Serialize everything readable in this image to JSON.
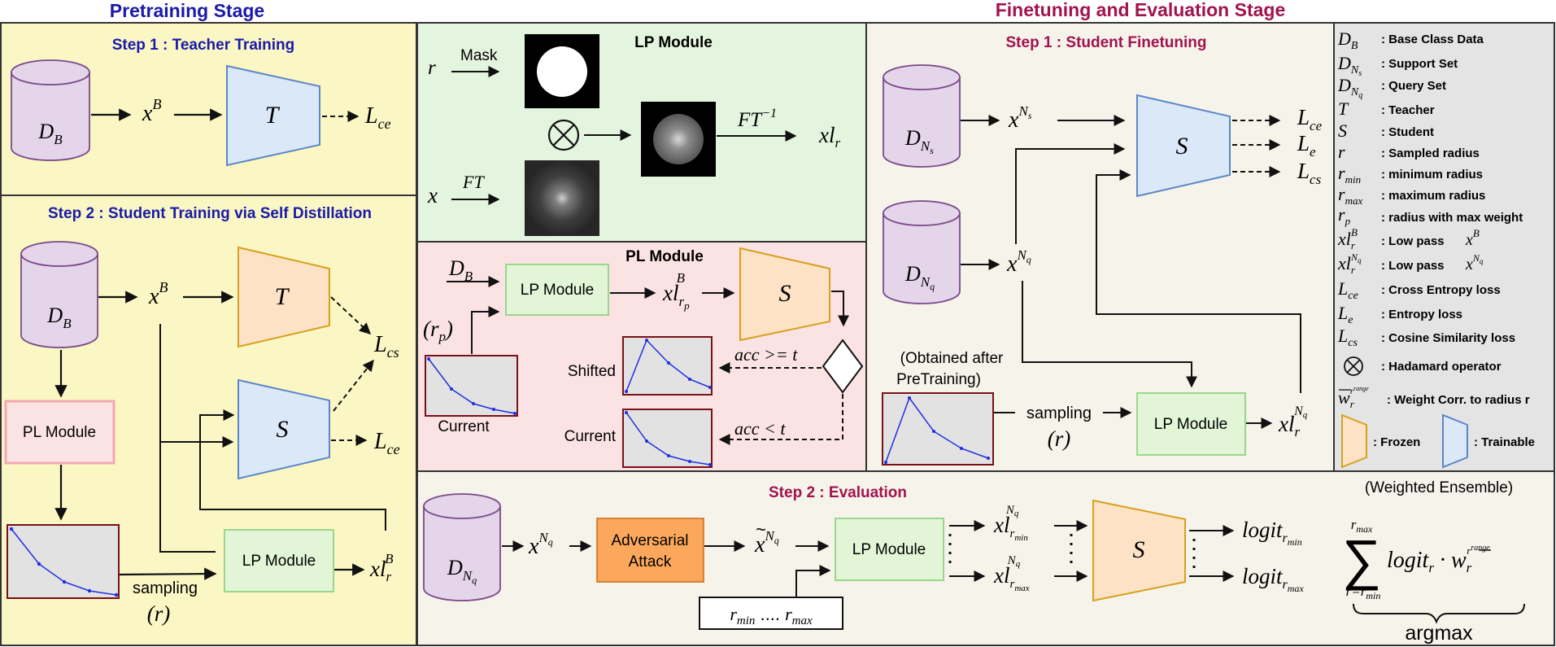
{
  "headers": {
    "pretraining": "Pretraining Stage",
    "finetuning": "Finetuning and Evaluation Stage"
  },
  "teacher_training": {
    "title": "Step 1 : Teacher Training",
    "data": "D_B",
    "input": "x^B",
    "model": "T",
    "loss": "L_ce"
  },
  "student_training": {
    "title": "Step 2 : Student Training via Self Distillation",
    "data": "D_B",
    "input": "x^B",
    "teacher": "T",
    "student": "S",
    "loss_cs": "L_cs",
    "loss_ce": "L_ce",
    "pl_module": "PL Module",
    "lp_module": "LP Module",
    "sampling": "sampling",
    "radius": "(r)",
    "output": "xl_r^B"
  },
  "lp_module": {
    "title": "LP Module",
    "r": "r",
    "mask": "Mask",
    "x": "x",
    "ft": "FT",
    "ift": "FT^-1",
    "output": "xl_r"
  },
  "pl_module": {
    "title": "PL Module",
    "data": "D_B",
    "lp": "LP Module",
    "output": "xl_rp^B",
    "student": "S",
    "rp": "(r_p)",
    "current_bottom": "Current",
    "shifted": "Shifted",
    "current": "Current",
    "cond_ge": "acc >= t",
    "cond_lt": "acc < t"
  },
  "student_finetuning": {
    "title": "Step 1 : Student Finetuning",
    "data_support": "D_Ns",
    "data_query": "D_Nq",
    "x_support": "x^Ns",
    "x_query": "x^Nq",
    "student": "S",
    "losses": [
      "L_ce",
      "L_e",
      "L_cs"
    ],
    "obtained_line1": "(Obtained after",
    "obtained_line2": "PreTraining)",
    "sampling": "sampling",
    "radius": "(r)",
    "lp": "LP Module",
    "output": "xl_r^Nq"
  },
  "evaluation": {
    "title": "Step 2 : Evaluation",
    "data": "D_Nq",
    "x": "x^Nq",
    "attack_line1": "Adversarial",
    "attack_line2": "Attack",
    "x_tilde": "x~^Nq",
    "lp": "LP Module",
    "range_min": "r_min",
    "range_dots": "....",
    "range_max": "r_max",
    "out_min": "xl_rmin^Nq",
    "out_max": "xl_rmax^Nq",
    "student": "S",
    "logit_min": "logit_rmin",
    "logit_max": "logit_rmax",
    "ensemble_label": "(Weighted Ensemble)",
    "argmax": "argmax"
  },
  "legend": {
    "items": [
      {
        "sym": "D_B",
        "desc": ": Base Class Data"
      },
      {
        "sym": "D_Ns",
        "desc": ": Support Set"
      },
      {
        "sym": "D_Nq",
        "desc": ": Query Set"
      },
      {
        "sym": "T",
        "desc": ": Teacher"
      },
      {
        "sym": "S",
        "desc": ": Student"
      },
      {
        "sym": "r",
        "desc": ": Sampled radius"
      },
      {
        "sym": "r_min",
        "desc": ": minimum radius"
      },
      {
        "sym": "r_max",
        "desc": ": maximum radius"
      },
      {
        "sym": "r_p",
        "desc": ": radius with max weight"
      },
      {
        "sym": "xl_r^B",
        "desc": ": Low pass"
      },
      {
        "sym": "xl_r^Nq",
        "desc": ": Low pass"
      },
      {
        "sym": "L_ce",
        "desc": ": Cross Entropy loss"
      },
      {
        "sym": "L_e",
        "desc": ": Entropy loss"
      },
      {
        "sym": "L_cs",
        "desc": ": Cosine Similarity loss"
      },
      {
        "sym": "⊗",
        "desc": ": Hadamard operator"
      },
      {
        "sym": "w_r^range",
        "desc": ": Weight Corr. to radius r"
      }
    ],
    "lowpass_b": "x^B",
    "lowpass_nq": "x^Nq",
    "frozen": ": Frozen",
    "trainable": ": Trainable"
  },
  "colors": {
    "pretrain_bg": "#fbf7c4",
    "lp_bg": "#e3f5de",
    "pl_bg": "#fbe3e4",
    "finetune_bg": "#f6f3eb",
    "legend_bg": "#e4e4e4",
    "header_blue": "#1a1aa8",
    "header_maroon": "#a0134e",
    "cylinder": "#e4d5ea",
    "frozen": "#fde2c6",
    "trainable": "#dbe8f8",
    "lp_box": "#e2f6d7",
    "attack": "#fba85c"
  }
}
